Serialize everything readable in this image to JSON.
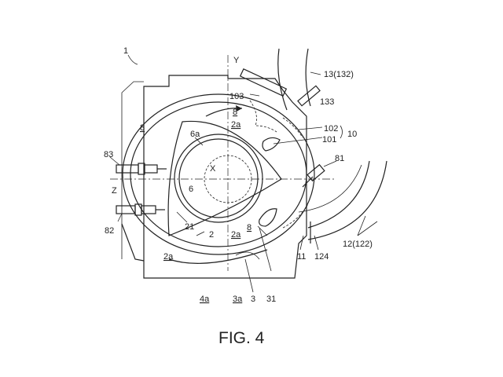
{
  "figure": {
    "caption": "FIG. 4",
    "labels": {
      "n1": "1",
      "Y": "Y",
      "n13": "13(132)",
      "n103": "103",
      "n133": "133",
      "n8a": "8",
      "n8b": "8",
      "n2a_top": "2a",
      "n6a": "6a",
      "n102": "102",
      "n101": "101",
      "n10": "10",
      "n83": "83",
      "n81": "81",
      "X": "X",
      "Z": "Z",
      "n6": "6",
      "n82": "82",
      "n21": "21",
      "n2": "2",
      "n2a_mid": "2a",
      "n8c": "8",
      "n2a_left": "2a",
      "n11": "11",
      "n124": "124",
      "n12": "12(122)",
      "n4a": "4a",
      "n3a": "3a",
      "n3": "3",
      "n31": "31"
    }
  }
}
